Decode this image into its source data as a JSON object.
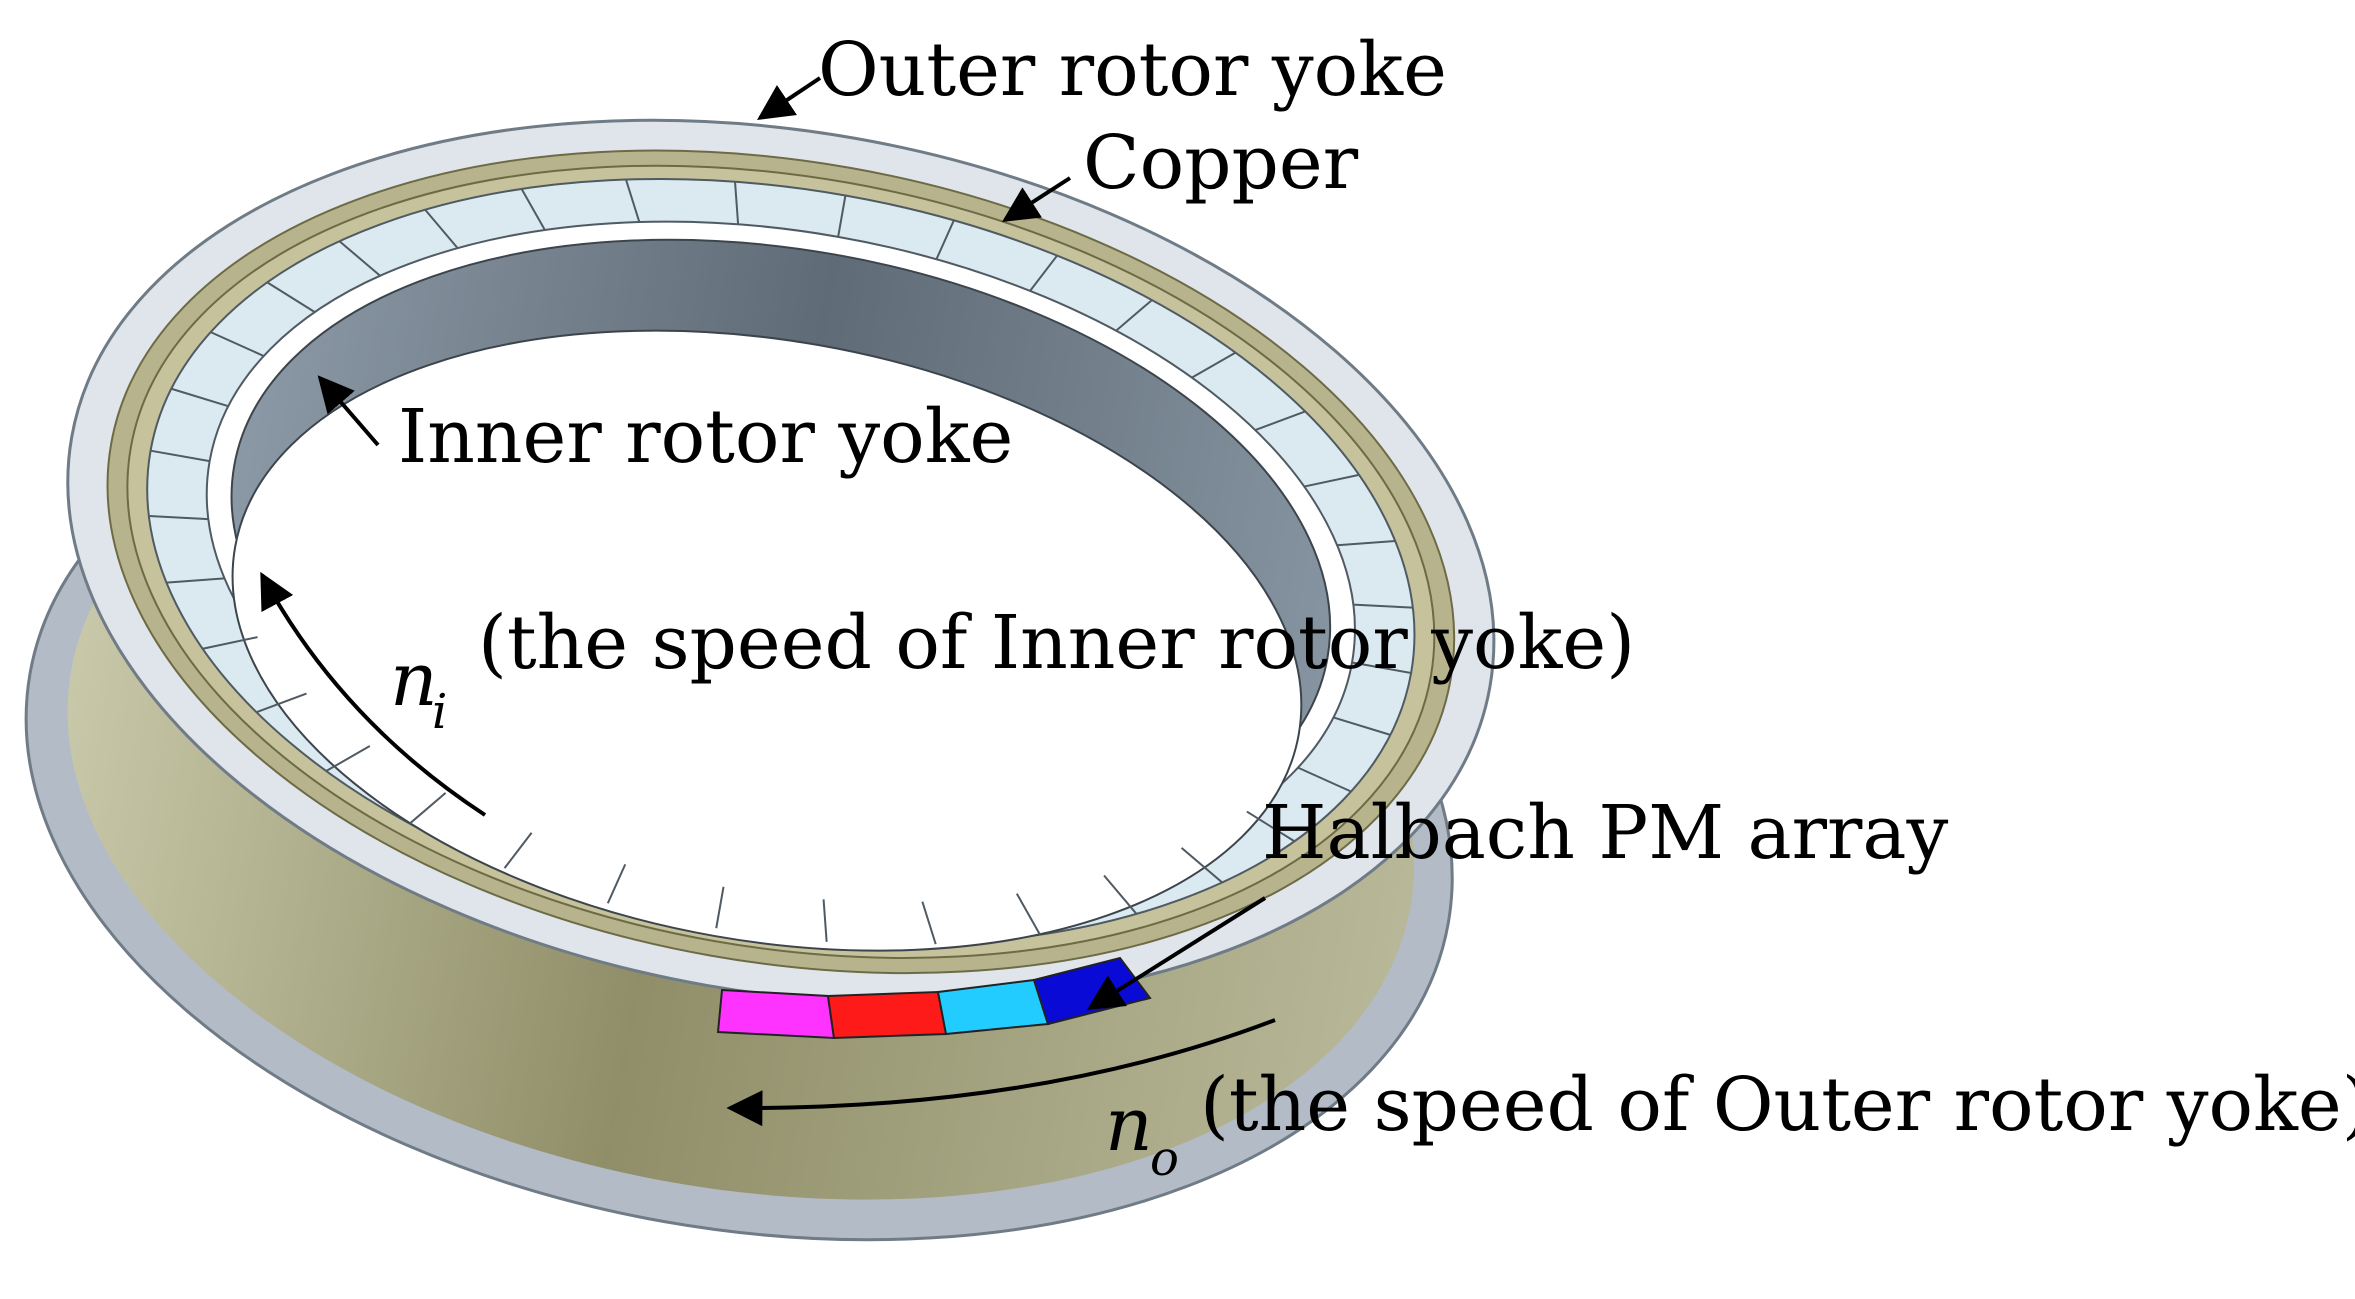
{
  "labels": {
    "outer_yoke": "Outer rotor yoke",
    "copper": "Copper",
    "inner_yoke": "Inner rotor yoke",
    "ni_symbol": "n",
    "ni_subscript": "i",
    "ni_desc": "(the speed of Inner rotor yoke)",
    "halbach": "Halbach PM array",
    "no_symbol": "n",
    "no_subscript": "o",
    "no_desc": "(the speed of Outer rotor yoke)"
  },
  "colors": {
    "outer_shell": "#d6dde4",
    "outer_side": "#aab4bf",
    "copper_band": "#b7b38c",
    "copper_side": "#8c8a5c",
    "pm_light": "#dbe9f0",
    "inner_yoke": "#7f8d99",
    "inner_yoke_dark": "#5c6873",
    "magenta": "#ff33ff",
    "red": "#ff1a1a",
    "cyan": "#22ccff",
    "blue": "#0a0ad6"
  },
  "halbach_segments": [
    "magenta",
    "red",
    "cyan",
    "blue"
  ]
}
